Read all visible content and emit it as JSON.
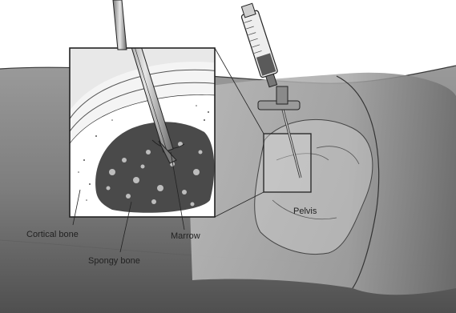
{
  "labels": {
    "cortical_bone": "Cortical bone",
    "spongy_bone": "Spongy bone",
    "marrow": "Marrow",
    "pelvis": "Pelvis"
  },
  "colors": {
    "background": "#ffffff",
    "skin": "#8f8f8f",
    "skin_light": "#b3b3b3",
    "skin_dark": "#5e5e5e",
    "bone": "#d9d9d9",
    "spongy": "#4a4a4a",
    "marrow": "#7a7a7a",
    "outline": "#2a2a2a"
  }
}
